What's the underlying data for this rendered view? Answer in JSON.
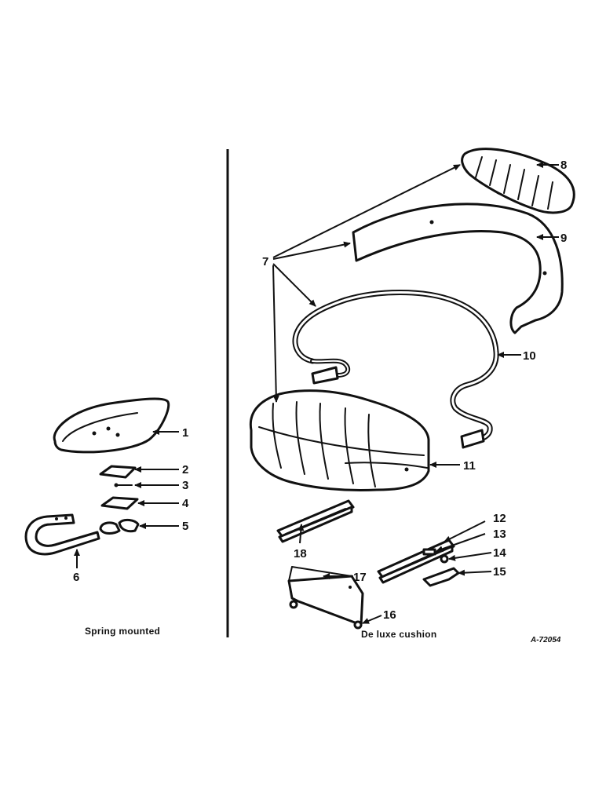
{
  "captions": {
    "left": "Spring mounted",
    "right": "De luxe cushion",
    "code": "A-72054"
  },
  "callouts": {
    "c1": "1",
    "c2": "2",
    "c3": "3",
    "c4": "4",
    "c5": "5",
    "c6": "6",
    "c7": "7",
    "c8": "8",
    "c9": "9",
    "c10": "10",
    "c11": "11",
    "c12": "12",
    "c13": "13",
    "c14": "14",
    "c15": "15",
    "c16": "16",
    "c17": "17",
    "c18": "18"
  }
}
